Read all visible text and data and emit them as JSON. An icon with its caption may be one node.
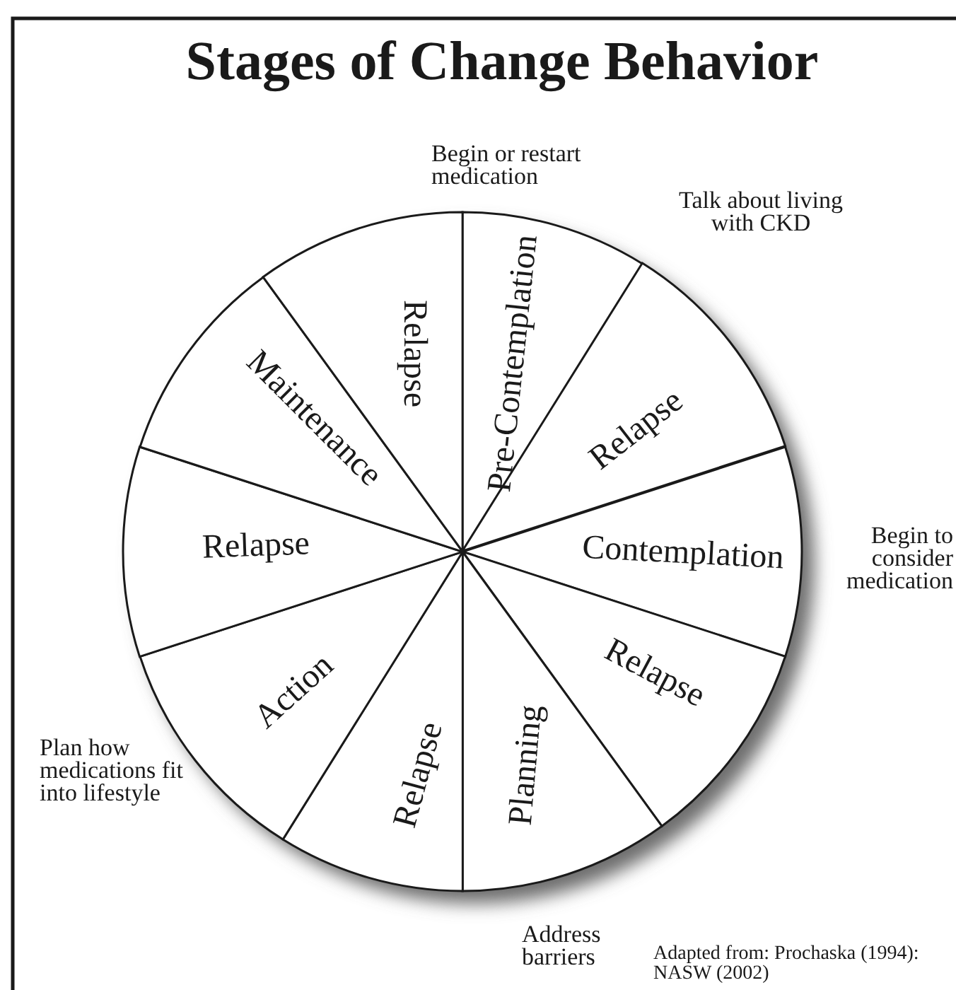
{
  "diagram": {
    "title": "Stages of Change Behavior",
    "nodes": [
      {
        "text": [
          "Pre-Contemplation"
        ]
      },
      {
        "text": [
          "Relapse"
        ]
      },
      {
        "text": [
          "Contemplation"
        ]
      },
      {
        "text": [
          "Relapse"
        ]
      },
      {
        "text": [
          "Planning"
        ]
      },
      {
        "text": [
          "Relapse"
        ]
      },
      {
        "text": [
          "Action"
        ]
      },
      {
        "text": [
          "Relapse"
        ]
      },
      {
        "text": [
          "Maintenance"
        ]
      },
      {
        "text": [
          "Relapse"
        ]
      }
    ],
    "edges": [],
    "labels": [
      "Begin or restart medication",
      "Talk about living with CKD",
      "Begin to consider medication",
      "Plan how medications fit into lifestyle",
      "Address barriers"
    ],
    "caption": "Adapted from: Prochaska (1994): NASW (2002)"
  }
}
